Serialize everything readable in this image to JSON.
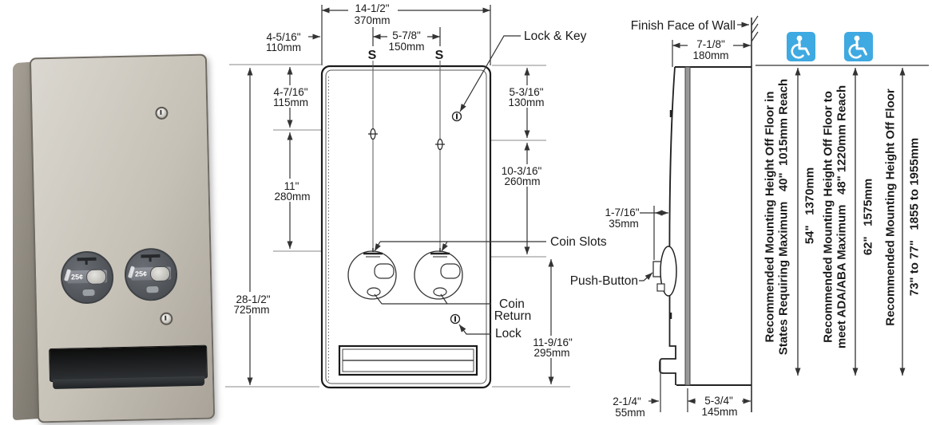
{
  "icons": {
    "wheelchair": "wheelchair-accessible-icon",
    "color_blue": "#3fa9e1"
  },
  "photo": {
    "coin_price_left": "25¢",
    "coin_price_right": "25¢"
  },
  "front_view": {
    "labels": {
      "s_left": "S",
      "s_right": "S",
      "lock_key": "Lock & Key",
      "coin_slots": "Coin Slots",
      "coin_return_line1": "Coin",
      "coin_return_line2": "Return",
      "lock": "Lock"
    },
    "dims": {
      "width_in": "14-1/2\"",
      "width_mm": "370mm",
      "left_offset_in": "4-5/16\"",
      "left_offset_mm": "110mm",
      "slot_spacing_in": "5-7/8\"",
      "slot_spacing_mm": "150mm",
      "top_screw_in": "4-7/16\"",
      "top_screw_mm": "115mm",
      "lock_top_in": "5-3/16\"",
      "lock_top_mm": "130mm",
      "screw_slot_in": "11\"",
      "screw_slot_mm": "280mm",
      "slot_mid_in": "10-3/16\"",
      "slot_mid_mm": "260mm",
      "height_in": "28-1/2\"",
      "height_mm": "725mm",
      "slot_bottom_in": "11-9/16\"",
      "slot_bottom_mm": "295mm"
    }
  },
  "side_view": {
    "labels": {
      "finish_face": "Finish Face of Wall",
      "push_button": "Push-Button"
    },
    "dims": {
      "depth_in": "7-1/8\"",
      "depth_mm": "180mm",
      "button_in": "1-7/16\"",
      "button_mm": "35mm",
      "tray_in": "2-1/4\"",
      "tray_mm": "55mm",
      "body_in": "5-3/4\"",
      "body_mm": "145mm"
    }
  },
  "mounting_notes": {
    "color": "#f2472a",
    "col1_line1": "Recommended Mounting Height Off Floor in",
    "col1_line2": "States Requiring Maximum   40\"  1015mm Reach",
    "col1_value": "54\"   1370mm",
    "col2_line1": "Recommended Mounting Height Off Floor to",
    "col2_line2": "meet ADA/ABA Maximum   48\" 1220mm Reach",
    "col2_value": "62\"   1575mm",
    "col3_line1": "Recommended Mounting Height Off Floor",
    "col3_value": "73\" to 77\"   1855 to 1955mm"
  }
}
